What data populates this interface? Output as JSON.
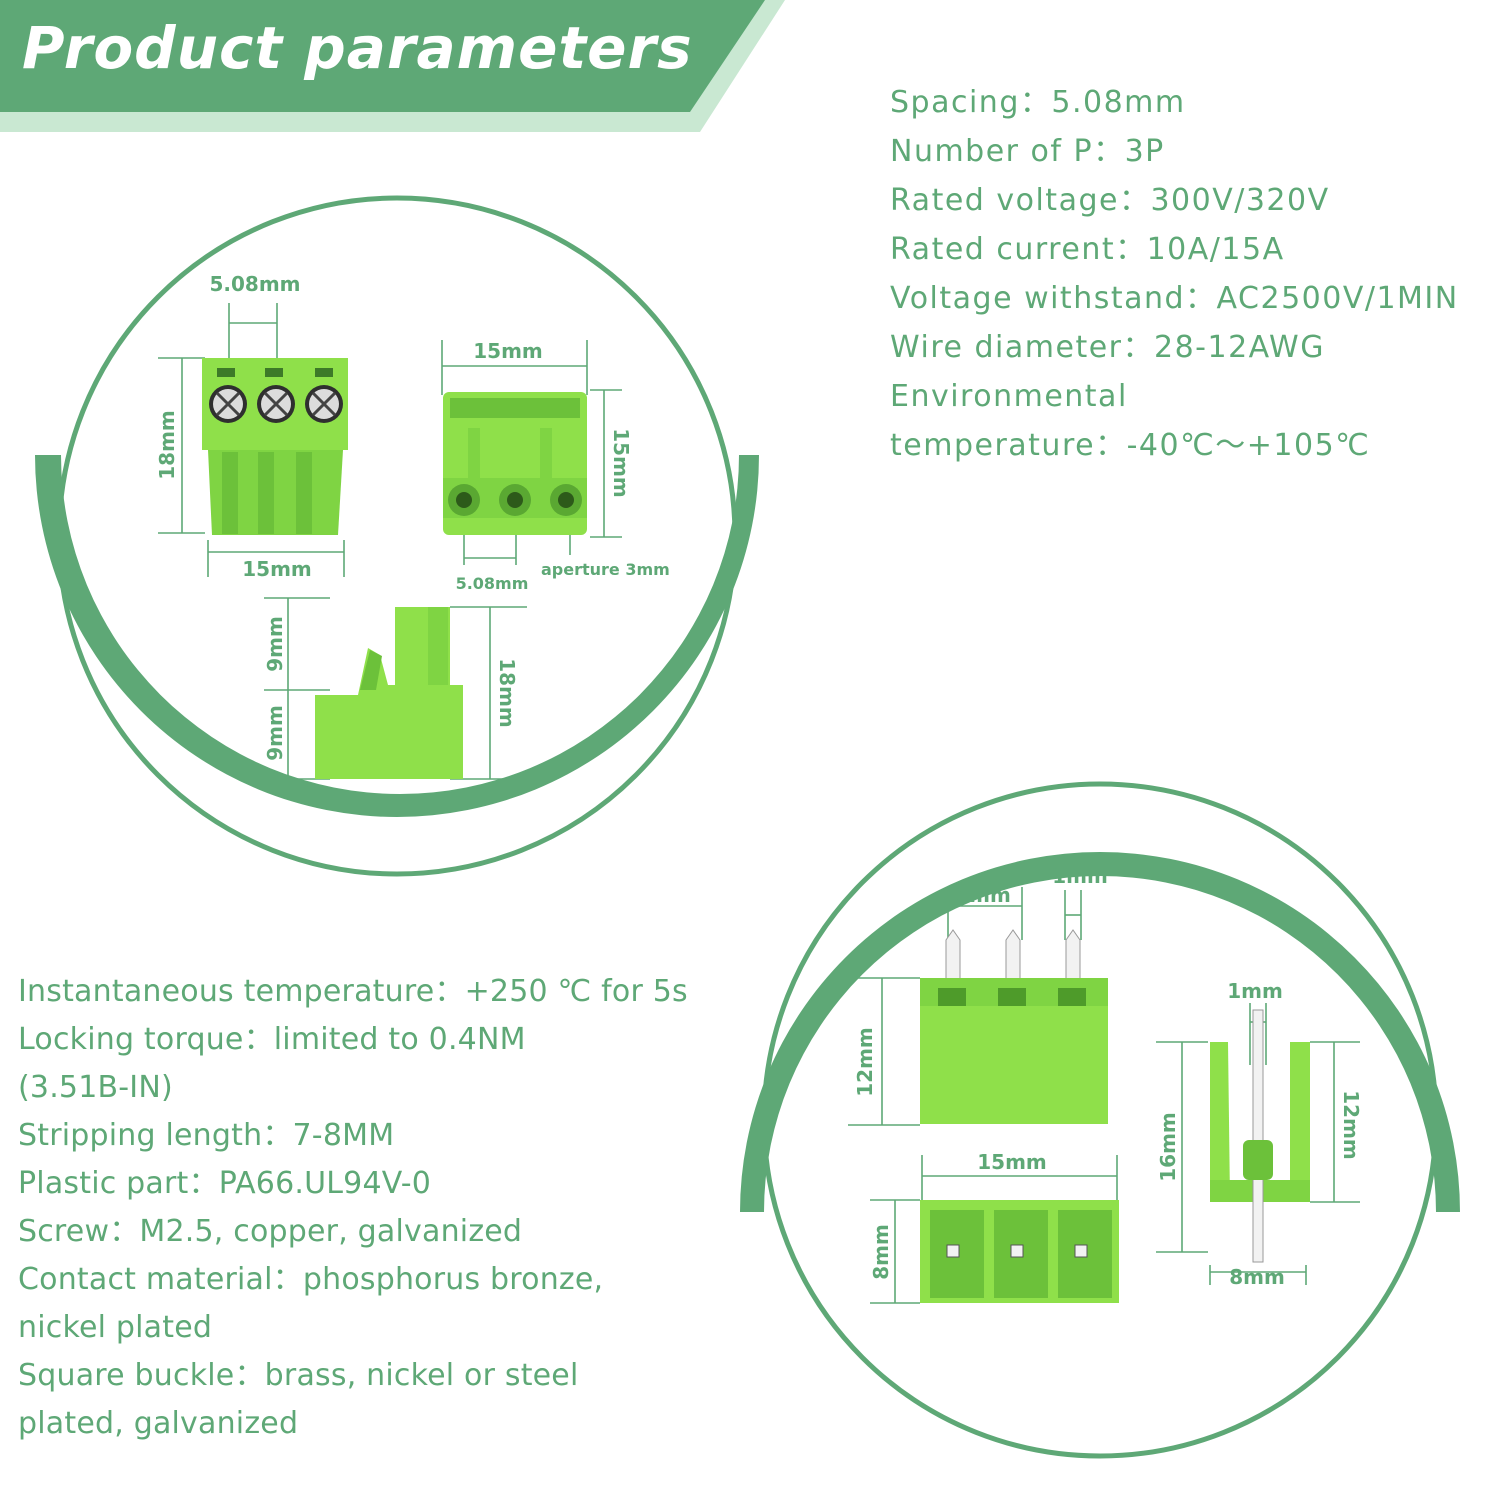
{
  "banner": {
    "title": "Product parameters"
  },
  "colors": {
    "accent_green": "#5ea876",
    "banner_light": "#c9e8d2",
    "product_green": "#8fe04a",
    "product_shade": "#6cc13a"
  },
  "specs_top": [
    "Spacing：5.08mm",
    "Number of P：3P",
    "Rated voltage：300V/320V",
    "Rated current：10A/15A",
    "Voltage withstand：AC2500V/1MIN",
    "Wire diameter：28-12AWG",
    "Environmental",
    "temperature：-40℃～+105℃"
  ],
  "specs_bottom": [
    "Instantaneous temperature：+250 ℃ for 5s",
    "Locking torque：limited to 0.4NM",
    "(3.51B-IN)",
    "Stripping length：7-8MM",
    "Plastic part：PA66.UL94V-0",
    "Screw：M2.5, copper, galvanized",
    "Contact material：phosphorus bronze,",
    "nickel plated",
    "Square buckle：brass, nickel or steel",
    "plated, galvanized"
  ],
  "dims_left": {
    "pitch_top": "5.08mm",
    "front_height": "18mm",
    "front_width": "15mm",
    "top_width": "15mm",
    "top_height": "15mm",
    "hole_pitch": "5.08mm",
    "aperture": "aperture 3mm",
    "side_upper": "9mm",
    "side_lower": "9mm",
    "side_total": "18mm"
  },
  "dims_right": {
    "pin_spacing": "6mm",
    "pin_thickness": "1mm",
    "body_height": "12mm",
    "body_width": "15mm",
    "depth": "8mm",
    "side_pin": "1mm",
    "side_total": "16mm",
    "side_body": "12mm",
    "side_depth": "8mm"
  }
}
